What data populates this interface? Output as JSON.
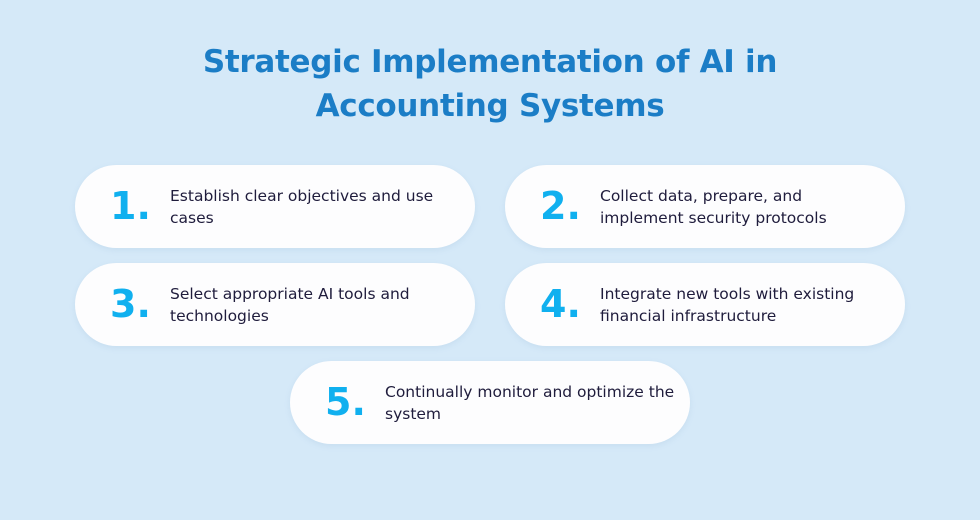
{
  "title": "Strategic Implementation of AI in Accounting Systems",
  "steps": [
    {
      "number": "1.",
      "text": "Establish clear objectives and use cases"
    },
    {
      "number": "2.",
      "text": "Collect data, prepare, and implement security protocols"
    },
    {
      "number": "3.",
      "text": "Select appropriate AI tools and technologies"
    },
    {
      "number": "4.",
      "text": "Integrate new tools with existing financial infrastructure"
    },
    {
      "number": "5.",
      "text": "Continually monitor and optimize the system"
    }
  ]
}
